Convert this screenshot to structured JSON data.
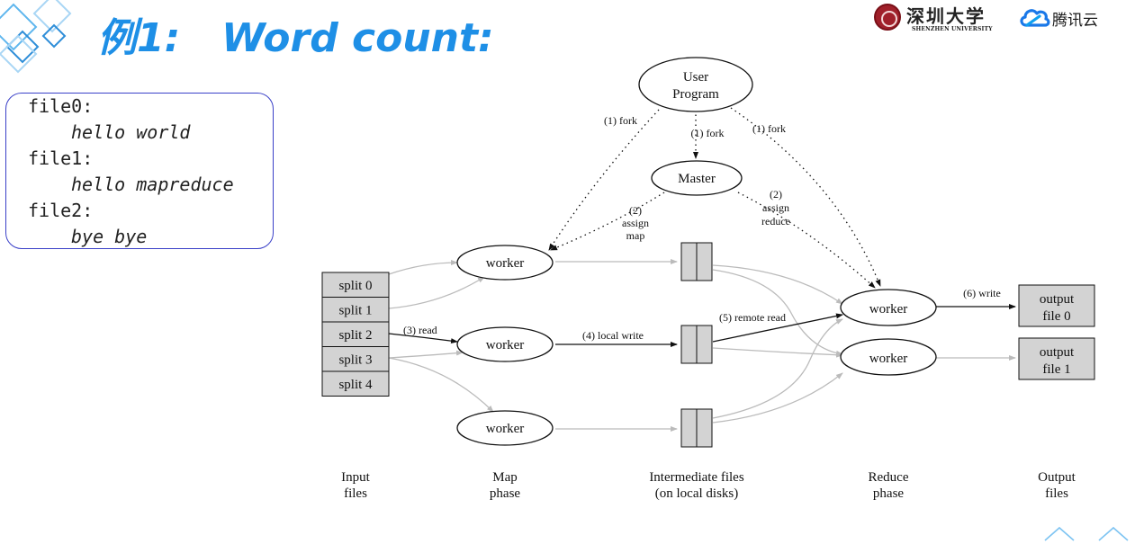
{
  "slide": {
    "title": "例1:   Word count:"
  },
  "logos": {
    "university_name": "深圳大学",
    "university_en": "SHENZHEN UNIVERSITY",
    "university_icon": "university-seal",
    "cloud_name": "腾讯云",
    "cloud_icon": "cloud-logo"
  },
  "files": [
    {
      "name": "file0:",
      "content": "hello world"
    },
    {
      "name": "file1:",
      "content": "hello mapreduce"
    },
    {
      "name": "file2:",
      "content": "bye bye"
    }
  ],
  "diagram": {
    "user_program": [
      "User",
      "Program"
    ],
    "master": "Master",
    "fork_left": "(1) fork",
    "fork_mid": "(1) fork",
    "fork_right": "(1) fork",
    "assign_map": [
      "(2)",
      "assign",
      "map"
    ],
    "assign_reduce": [
      "(2)",
      "assign",
      "reduce"
    ],
    "splits": [
      "split 0",
      "split 1",
      "split 2",
      "split 3",
      "split 4"
    ],
    "worker": "worker",
    "read": "(3) read",
    "local_write": "(4) local write",
    "remote_read": "(5) remote read",
    "write": "(6) write",
    "outputs": [
      [
        "output",
        "file 0"
      ],
      [
        "output",
        "file 1"
      ]
    ],
    "footer": [
      [
        "Input",
        "files"
      ],
      [
        "Map",
        "phase"
      ],
      [
        "Intermediate files",
        "(on local disks)"
      ],
      [
        "Reduce",
        "phase"
      ],
      [
        "Output",
        "files"
      ]
    ]
  },
  "colors": {
    "title": "#1e8fe6",
    "code_border": "#3a40c8",
    "box_fill": "#d3d3d3",
    "light_arrow": "#b8b8b8"
  }
}
